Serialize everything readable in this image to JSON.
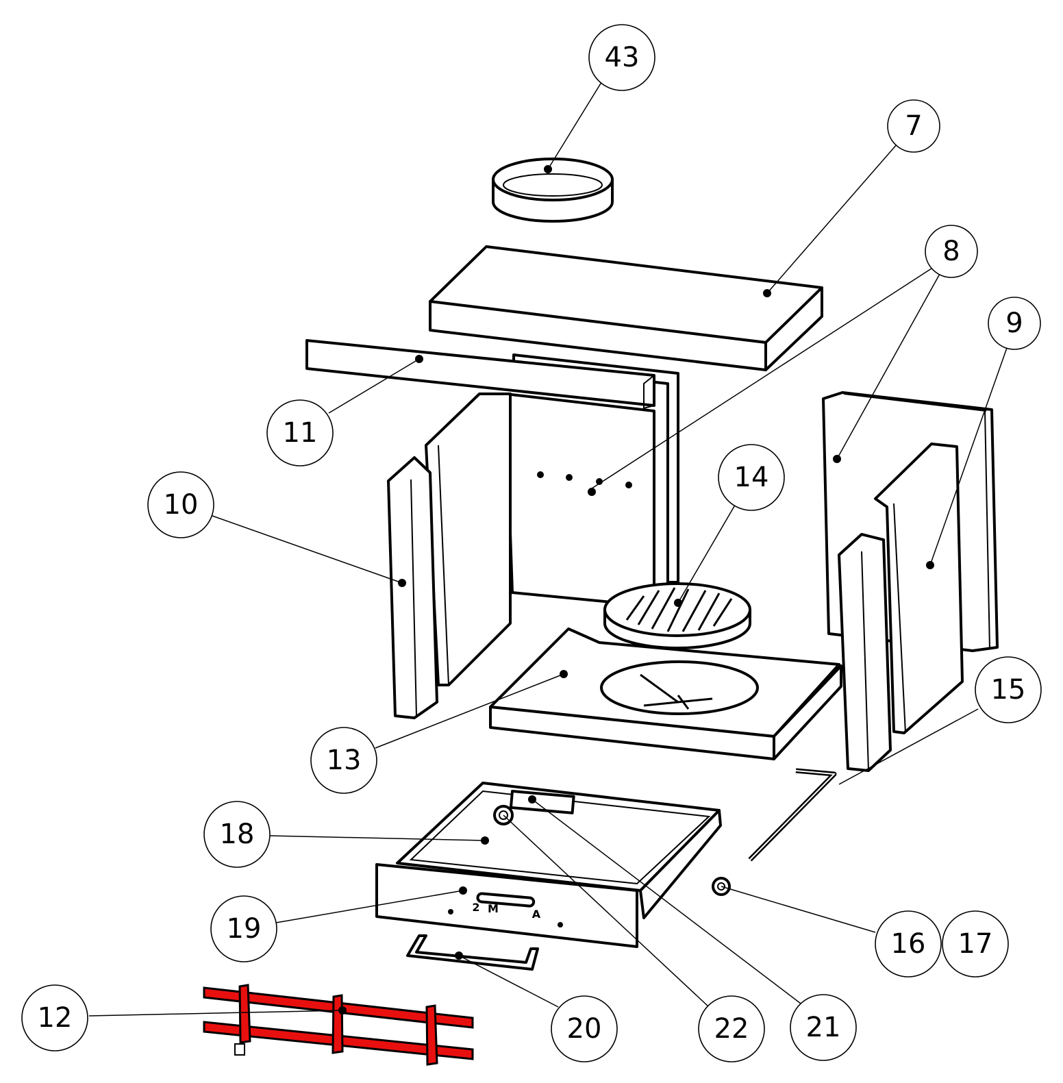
{
  "diagram": {
    "parts": [
      {
        "id": "p43",
        "label": "43"
      },
      {
        "id": "p7",
        "label": "7"
      },
      {
        "id": "p8",
        "label": "8"
      },
      {
        "id": "p9",
        "label": "9"
      },
      {
        "id": "p11",
        "label": "11"
      },
      {
        "id": "p10",
        "label": "10"
      },
      {
        "id": "p14",
        "label": "14"
      },
      {
        "id": "p13",
        "label": "13"
      },
      {
        "id": "p15",
        "label": "15"
      },
      {
        "id": "p18",
        "label": "18"
      },
      {
        "id": "p19",
        "label": "19"
      },
      {
        "id": "p16",
        "label": "16"
      },
      {
        "id": "p17",
        "label": "17"
      },
      {
        "id": "p12",
        "label": "12"
      },
      {
        "id": "p20",
        "label": "20"
      },
      {
        "id": "p22",
        "label": "22"
      },
      {
        "id": "p21",
        "label": "21"
      }
    ],
    "drawer_front_text": [
      "2",
      "M",
      "A"
    ],
    "colors": {
      "highlight": "#e8100f",
      "line": "#000000",
      "background": "#ffffff"
    }
  }
}
